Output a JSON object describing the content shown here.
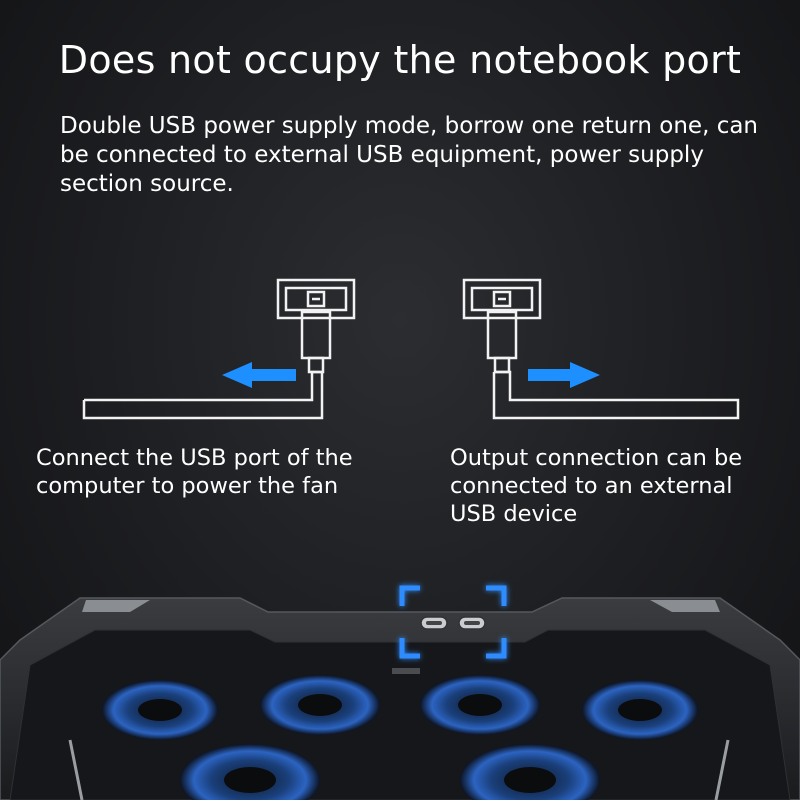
{
  "header": {
    "title": "Does not occupy the notebook port",
    "description": "Double USB power supply mode, borrow one return one, can be connected to external USB equipment, power supply section source."
  },
  "diagram": {
    "left_caption": "Connect the USB port of the computer to power the fan",
    "right_caption": "Output connection can be connected to an external USB device",
    "left_arrow_direction": "left",
    "right_arrow_direction": "right",
    "arrow_color": "#1e8fff",
    "accent_glow_color": "#2f8cff"
  },
  "icons": {
    "left_port": "usb-port-icon",
    "right_port": "usb-port-icon",
    "fans": "cooling-fan-icon"
  }
}
